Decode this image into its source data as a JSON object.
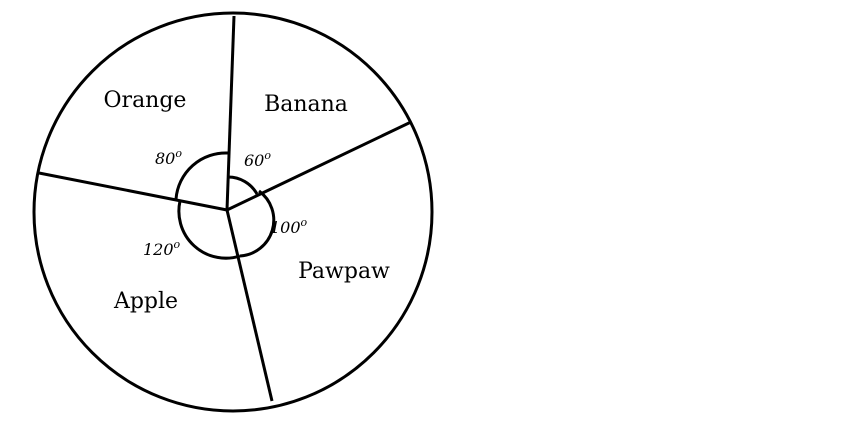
{
  "diagram": {
    "sectors": [
      {
        "label": "Banana",
        "angle_text": "60",
        "degree_sign": "o"
      },
      {
        "label": "Pawpaw",
        "angle_text": "100",
        "degree_sign": "o"
      },
      {
        "label": "Apple",
        "angle_text": "120",
        "degree_sign": "o"
      },
      {
        "label": "Orange",
        "angle_text": "80",
        "degree_sign": "o"
      }
    ],
    "colors": {
      "stroke": "#000000",
      "fill": "#ffffff"
    }
  }
}
